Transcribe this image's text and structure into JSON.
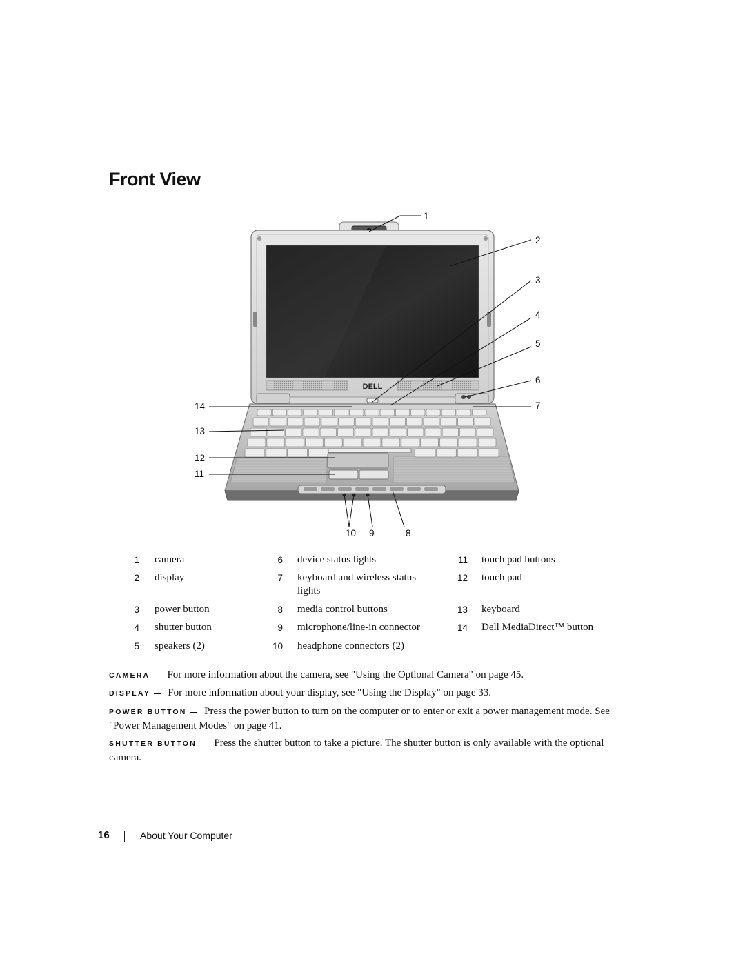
{
  "heading": "Front View",
  "figure": {
    "callouts": [
      "1",
      "2",
      "3",
      "4",
      "5",
      "6",
      "7",
      "8",
      "9",
      "10",
      "11",
      "12",
      "13",
      "14"
    ],
    "logo_text": "DELL"
  },
  "legend": [
    {
      "num": "1",
      "label": "camera"
    },
    {
      "num": "2",
      "label": "display"
    },
    {
      "num": "3",
      "label": "power button"
    },
    {
      "num": "4",
      "label": "shutter button"
    },
    {
      "num": "5",
      "label": "speakers (2)"
    },
    {
      "num": "6",
      "label": "device status lights"
    },
    {
      "num": "7",
      "label": "keyboard and wireless status lights"
    },
    {
      "num": "8",
      "label": "media control buttons"
    },
    {
      "num": "9",
      "label": "microphone/line-in connector"
    },
    {
      "num": "10",
      "label": "headphone connectors (2)"
    },
    {
      "num": "11",
      "label": "touch pad buttons"
    },
    {
      "num": "12",
      "label": "touch pad"
    },
    {
      "num": "13",
      "label": "keyboard"
    },
    {
      "num": "14",
      "label": "Dell MediaDirect™ button"
    }
  ],
  "descriptions": [
    {
      "term": "CAMERA —",
      "text": "For more information about the camera, see \"Using the Optional Camera\" on page 45."
    },
    {
      "term": "DISPLAY —",
      "text": "For more information about your display, see \"Using the Display\" on page 33."
    },
    {
      "term": "POWER BUTTON —",
      "text": "Press the power button to turn on the computer or to enter or exit a power management mode. See \"Power Management Modes\" on page 41."
    },
    {
      "term": "SHUTTER BUTTON —",
      "text": "Press the shutter button to take a picture. The shutter button is only available with the optional camera."
    }
  ],
  "footer": {
    "page_number": "16",
    "section": "About Your Computer"
  }
}
